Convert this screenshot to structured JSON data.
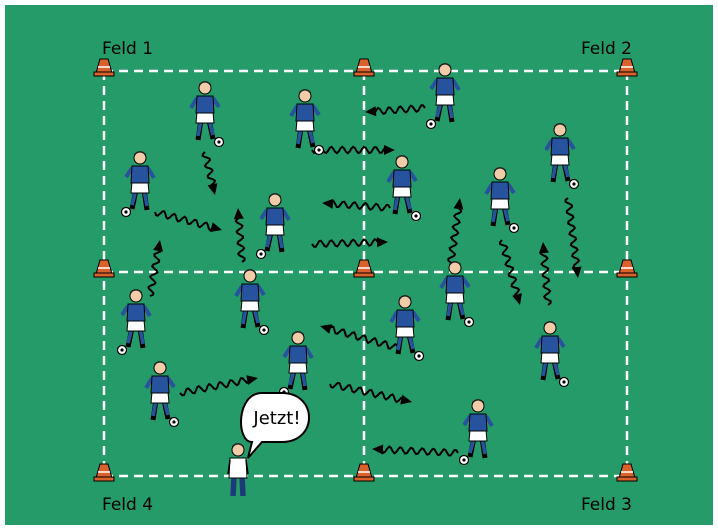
{
  "colors": {
    "pitch": "#249b68",
    "lines": "#ffffff",
    "cone": "#d9612b",
    "jersey": "#27529e",
    "shorts": "#ffffff",
    "socks": "#27529e",
    "coach_shirt": "#ffffff",
    "coach_pants": "#1d3a78",
    "arrow": "#000000"
  },
  "fields": [
    {
      "name": "Feld 1",
      "corner": "top-left"
    },
    {
      "name": "Feld 2",
      "corner": "top-right"
    },
    {
      "name": "Feld 3",
      "corner": "bottom-right"
    },
    {
      "name": "Feld 4",
      "corner": "bottom-left"
    }
  ],
  "coach": {
    "role": "coach",
    "speech": "Jetzt!"
  },
  "icons": [
    "cone-icon",
    "player-icon",
    "ball-icon",
    "dribble-arrow-icon",
    "speech-bubble-icon"
  ]
}
